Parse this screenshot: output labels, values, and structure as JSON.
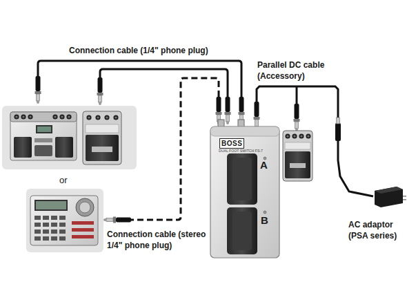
{
  "diagram": {
    "nodes": [
      {
        "text": [
          "BOSS",
          "DUAL FOOT SWITCH FS-7",
          "A",
          "B"
        ]
      },
      {
        "text": [
          "AC adaptor (PSA series)"
        ]
      }
    ],
    "edges": [
      {
        "from": 1,
        "to": 0,
        "arrow": "none",
        "label": "Parallel DC cable (Accessory)"
      }
    ],
    "labels": [
      "Connection cable (1/4\" phone plug)",
      "or",
      "Connection cable (stereo 1/4\" phone plug)"
    ]
  }
}
